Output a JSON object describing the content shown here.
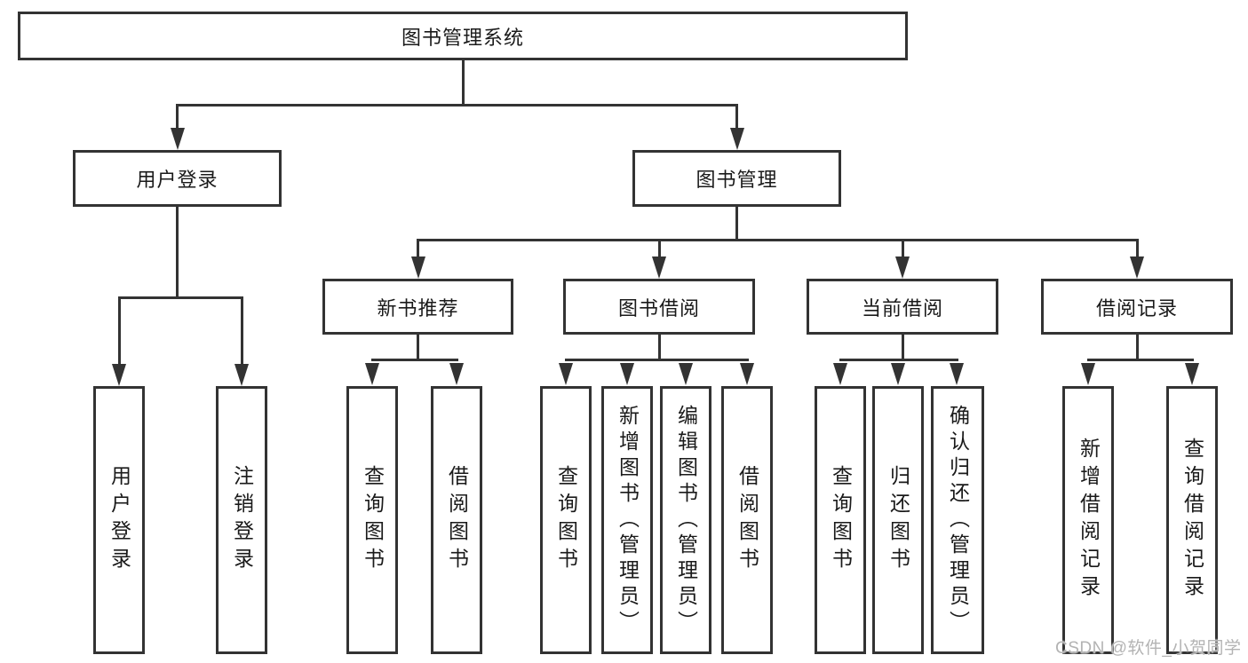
{
  "diagram": {
    "type": "tree",
    "line_color": "#333333",
    "background": "#ffffff",
    "watermark": "CSDN @软件_小贺同学",
    "tree": {
      "label": "图书管理系统",
      "children": [
        {
          "label": "用户登录",
          "children": [
            {
              "label": "用户登录"
            },
            {
              "label": "注销登录"
            }
          ]
        },
        {
          "label": "图书管理",
          "children": [
            {
              "label": "新书推荐",
              "children": [
                {
                  "label": "查询图书"
                },
                {
                  "label": "借阅图书"
                }
              ]
            },
            {
              "label": "图书借阅",
              "children": [
                {
                  "label": "查询图书"
                },
                {
                  "label": "新增图书（管理员）"
                },
                {
                  "label": "编辑图书（管理员）"
                },
                {
                  "label": "借阅图书"
                }
              ]
            },
            {
              "label": "当前借阅",
              "children": [
                {
                  "label": "查询图书"
                },
                {
                  "label": "归还图书"
                },
                {
                  "label": "确认归还（管理员）"
                }
              ]
            },
            {
              "label": "借阅记录",
              "children": [
                {
                  "label": "新增借阅记录"
                },
                {
                  "label": "查询借阅记录"
                }
              ]
            }
          ]
        }
      ]
    }
  }
}
